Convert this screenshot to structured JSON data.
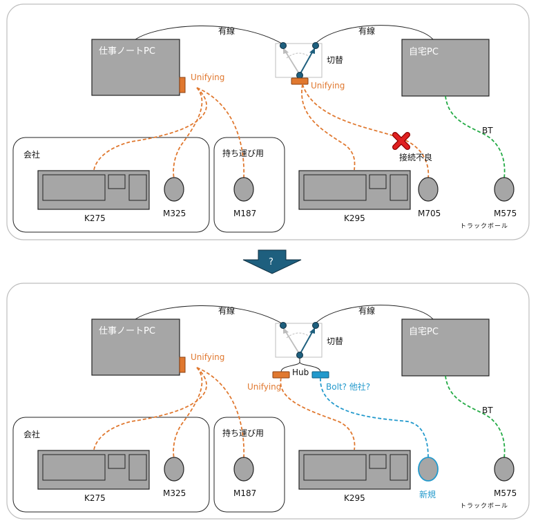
{
  "arrow_label": "?",
  "top": {
    "cable_left": "有線",
    "cable_right": "有線",
    "work_pc": "仕事ノートPC",
    "home_pc": "自宅PC",
    "switch_label": "切替",
    "unifying_pc": "Unifying",
    "unifying_switch": "Unifying",
    "office_group": "会社",
    "portable_group": "持ち運び用",
    "k275": "K275",
    "m325": "M325",
    "m187": "M187",
    "k295": "K295",
    "m705": "M705",
    "m575": "M575",
    "trackball": "トラックボール",
    "bt": "BT",
    "bad_connection": "接続不良"
  },
  "bottom": {
    "cable_left": "有線",
    "cable_right": "有線",
    "work_pc": "仕事ノートPC",
    "home_pc": "自宅PC",
    "switch_label": "切替",
    "hub": "Hub",
    "unifying_pc": "Unifying",
    "unifying_hub": "Unifying",
    "bolt_other": "Bolt? 他社?",
    "office_group": "会社",
    "portable_group": "持ち運び用",
    "k275": "K275",
    "m325": "M325",
    "m187": "M187",
    "k295": "K295",
    "new_mouse": "新規",
    "m575": "M575",
    "trackball": "トラックボール",
    "bt": "BT"
  },
  "colors": {
    "unifying": "#e0782f",
    "bluetooth": "#22aa44",
    "new_receiver": "#2299cc",
    "arrow": "#1e5f7e",
    "error": "#e02020"
  }
}
